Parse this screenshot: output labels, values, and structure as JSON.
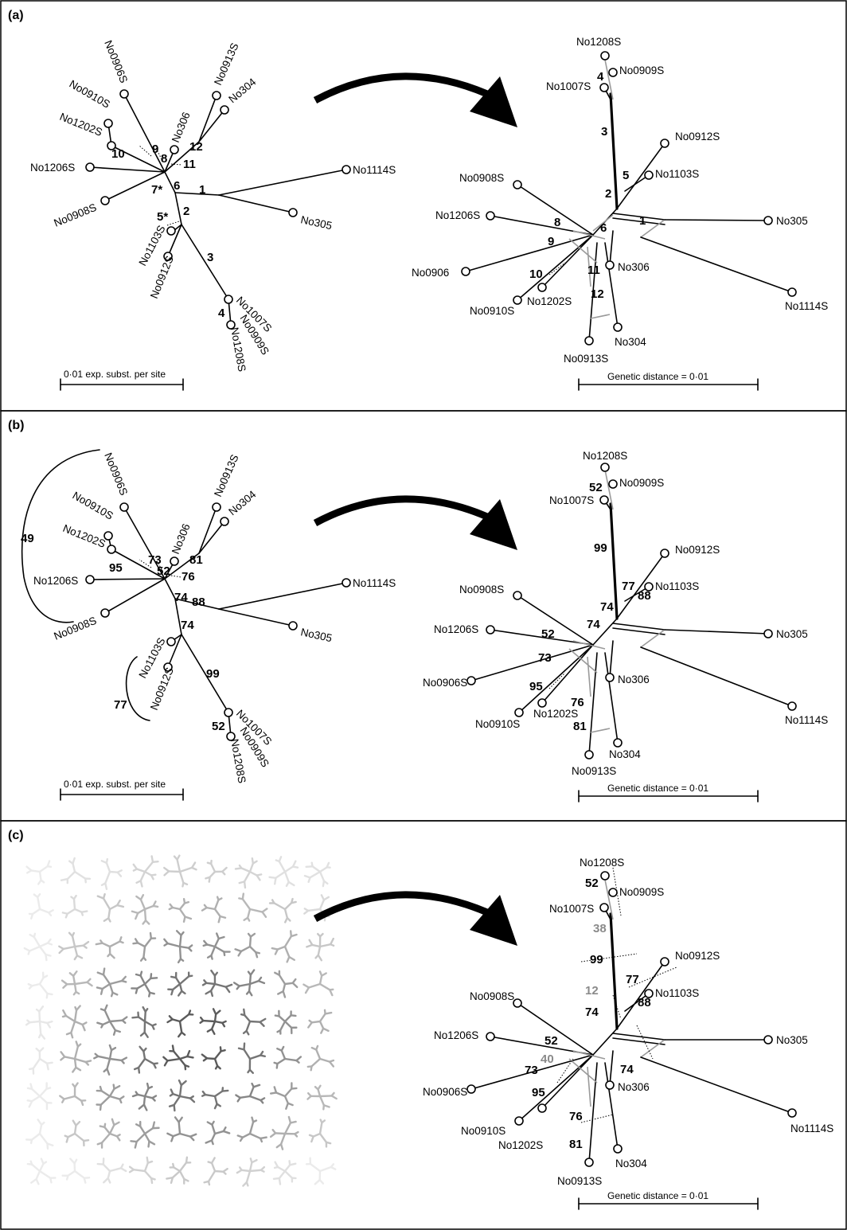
{
  "panels": [
    {
      "label": "(a)",
      "scale_tree": "0·01 exp. subst. per site",
      "scale_network": "Genetic distance = 0·01",
      "tree_support": [
        "1",
        "2",
        "3",
        "4",
        "5*",
        "6",
        "7*",
        "8",
        "9",
        "10",
        "11",
        "12"
      ],
      "network_support": [
        "1",
        "2",
        "3",
        "4",
        "5",
        "6",
        "8",
        "9",
        "10",
        "11",
        "12"
      ]
    },
    {
      "label": "(b)",
      "scale_tree": "0·01 exp. subst. per site",
      "scale_network": "Genetic distance = 0·01",
      "tree_support": [
        "88",
        "74",
        "99",
        "52",
        "74",
        "81",
        "76",
        "52",
        "73",
        "95",
        "49",
        "77"
      ],
      "network_support": [
        "52",
        "99",
        "77",
        "74",
        "88",
        "74",
        "52",
        "73",
        "95",
        "76",
        "81"
      ]
    },
    {
      "label": "(c)",
      "scale_network": "Genetic distance = 0·01",
      "network_support": [
        "52",
        "99",
        "77",
        "74",
        "88",
        "74",
        "52",
        "73",
        "95",
        "76",
        "81"
      ],
      "network_support_gray": [
        "38",
        "12",
        "40"
      ]
    }
  ],
  "taxa": {
    "No1208S": "No1208S",
    "No0909S": "No0909S",
    "No1007S": "No1007S",
    "No0912S": "No0912S",
    "No1103S": "No1103S",
    "No0908S": "No0908S",
    "No1206S": "No1206S",
    "No0906S": "No0906S",
    "No0910S": "No0910S",
    "No1202S": "No1202S",
    "No0913S": "No0913S",
    "No304": "No304",
    "No306": "No306",
    "No305": "No305",
    "No1114S": "No1114S",
    "No0906_trunc": "No0906"
  },
  "colors": {
    "line": "#000000",
    "secondary": "#9a9a9a"
  }
}
